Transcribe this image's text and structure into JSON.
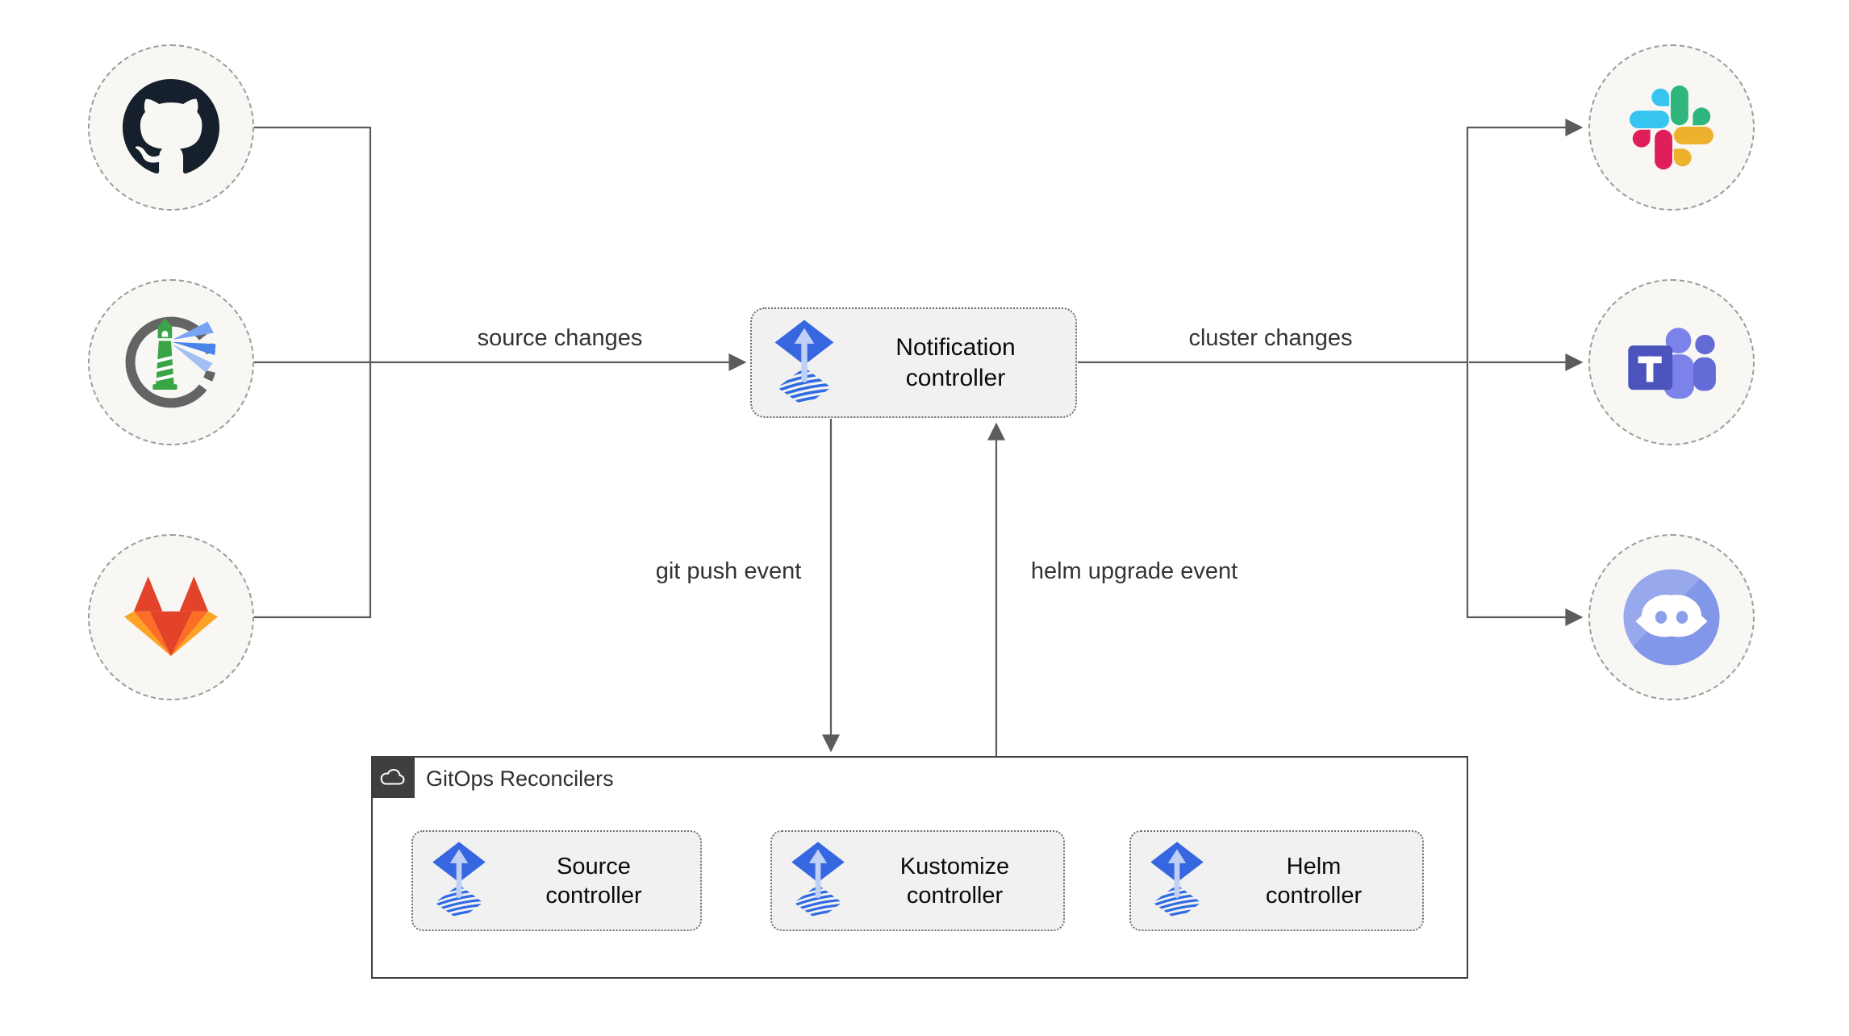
{
  "edge_labels": {
    "source_changes": "source changes",
    "cluster_changes": "cluster changes",
    "git_push_event": "git push event",
    "helm_upgrade_event": "helm upgrade event"
  },
  "group": {
    "title": "GitOps Reconcilers",
    "icon": "cloud-icon"
  },
  "nodes": {
    "notification": {
      "line1": "Notification",
      "line2": "controller",
      "icon": "flux-icon"
    },
    "source": {
      "line1": "Source",
      "line2": "controller",
      "icon": "flux-icon"
    },
    "kustomize": {
      "line1": "Kustomize",
      "line2": "controller",
      "icon": "flux-icon"
    },
    "helm": {
      "line1": "Helm",
      "line2": "controller",
      "icon": "flux-icon"
    }
  },
  "sources": [
    {
      "icon": "github-icon"
    },
    {
      "icon": "harbor-icon"
    },
    {
      "icon": "gitlab-icon"
    }
  ],
  "targets": [
    {
      "icon": "slack-icon"
    },
    {
      "icon": "teams-icon"
    },
    {
      "icon": "discord-icon"
    }
  ],
  "colors": {
    "wire": "#5c5c5c",
    "flux_blue": "#3767e0",
    "flux_light_arrow": "#bfd0f4",
    "node_bg": "#f1f1f1",
    "node_border": "#6f6f6f",
    "circle_bg": "#f8f7f4",
    "circle_border": "#9c9c9c",
    "group_border": "#3f3f3f",
    "slack": [
      "#36C5F0",
      "#2EB67D",
      "#ECB22E",
      "#E01E5A"
    ],
    "gitlab": [
      "#e24329",
      "#fc6d26",
      "#fca326"
    ],
    "teams_purple": "#4b53bc",
    "discord_blurple": "#8ca0ea",
    "harbor_green": "#3aa547",
    "github_dark": "#161f2c"
  }
}
